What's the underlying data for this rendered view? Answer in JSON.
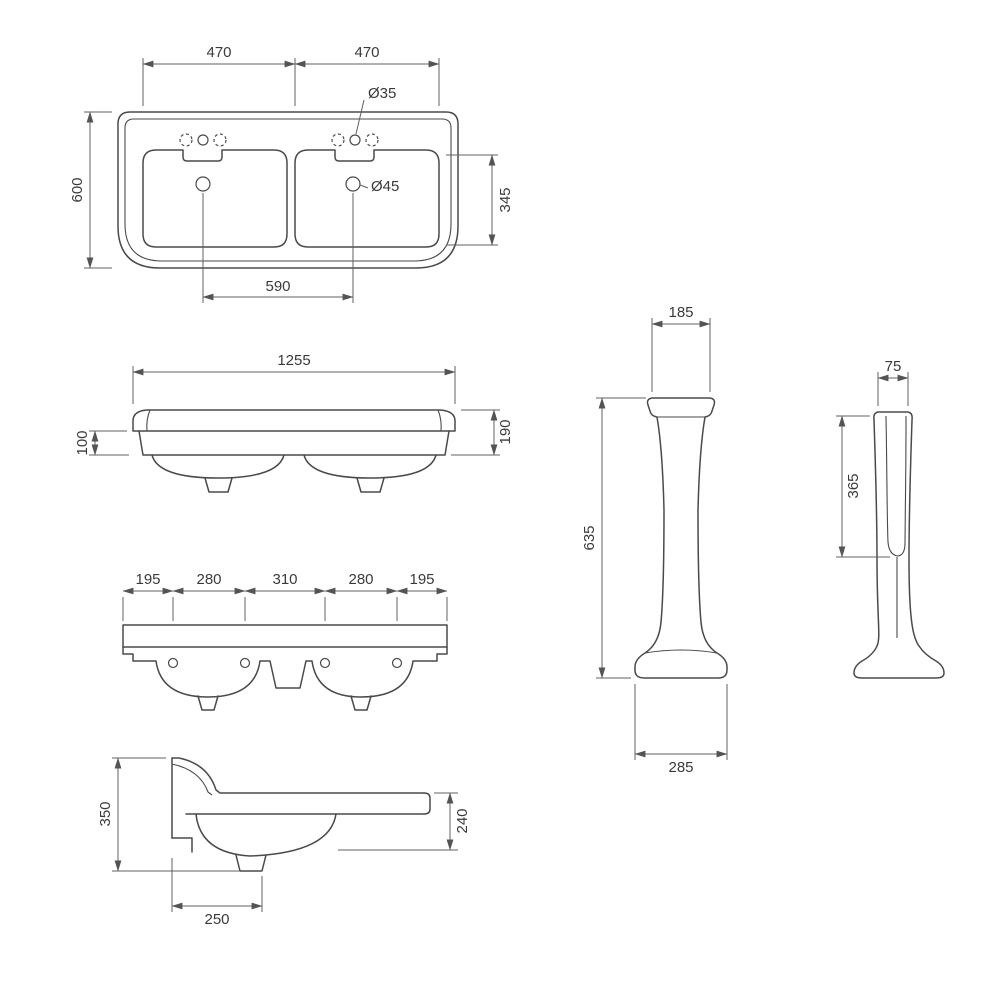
{
  "plan_view": {
    "basin_width_left": "470",
    "basin_width_right": "470",
    "tap_hole_diameter": "Ø35",
    "waste_hole_diameter": "Ø45",
    "depth": "600",
    "waste_offset": "345",
    "waste_centres": "590"
  },
  "front_view": {
    "overall_width": "1255",
    "apron_height": "100",
    "edge_height": "190"
  },
  "section_view": {
    "segments": [
      "195",
      "280",
      "310",
      "280",
      "195"
    ]
  },
  "side_view": {
    "overall_height": "350",
    "front_height": "240",
    "projection": "250"
  },
  "pedestal_front_view": {
    "top_width": "185",
    "height": "635",
    "base_width": "285"
  },
  "pedestal_side_view": {
    "top_depth": "75",
    "recess_height": "365"
  }
}
